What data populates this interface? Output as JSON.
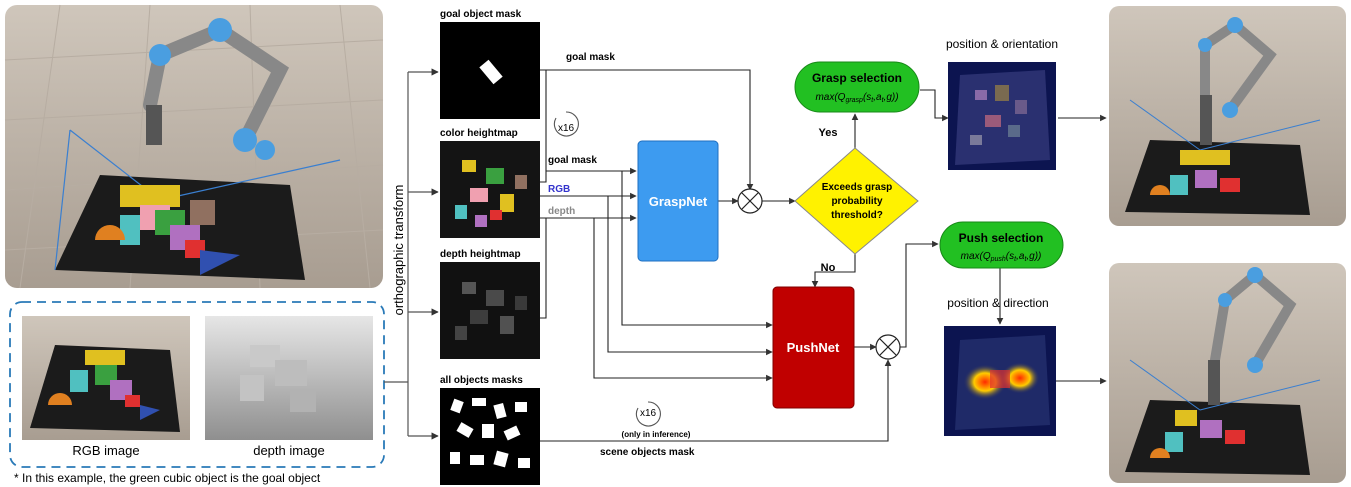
{
  "diagram": {
    "left_panel": {
      "rgb_caption": "RGB image",
      "depth_caption": "depth image",
      "footnote": "* In this example, the green cubic object is the goal object"
    },
    "transform_label": "orthographic transform",
    "maps": {
      "goal_object_mask": "goal object mask",
      "color_heightmap": "color heightmap",
      "depth_heightmap": "depth heightmap",
      "all_objects_masks": "all objects masks"
    },
    "edges": {
      "goal_mask_top": "goal mask",
      "goal_mask_mid": "goal mask",
      "rgb": "RGB",
      "depth": "depth",
      "repeat_top": "x16",
      "repeat_bottom": "x16",
      "only_in_inference": "(only in inference)",
      "scene_objects_mask": "scene objects mask",
      "yes": "Yes",
      "no": "No"
    },
    "nets": {
      "graspnet": "GraspNet",
      "pushnet": "PushNet"
    },
    "decision": {
      "line1": "Exceeds grasp",
      "line2": "probability",
      "line3": "threshold?"
    },
    "grasp_selection": {
      "title": "Grasp selection",
      "formula_main": "max(Q",
      "formula_sub": "grasp",
      "formula_args": "(s",
      "formula_t1": "t",
      "formula_a": ",a",
      "formula_t2": "t",
      "formula_end": ",g))"
    },
    "push_selection": {
      "title": "Push selection",
      "formula_main": "max(Q",
      "formula_sub": "push",
      "formula_args": "(s",
      "formula_t1": "t",
      "formula_a": ",a",
      "formula_t2": "t",
      "formula_end": ",g))"
    },
    "outputs": {
      "grasp_output": "position & orientation",
      "push_output": "position & direction"
    },
    "colors": {
      "graspnet": "#3d9bf0",
      "pushnet": "#c00000",
      "decision": "#fff200",
      "selection": "#22c022",
      "rgb_label": "#3333cc",
      "depth_label": "#888888",
      "dashed_box": "#2a7ab8"
    }
  }
}
